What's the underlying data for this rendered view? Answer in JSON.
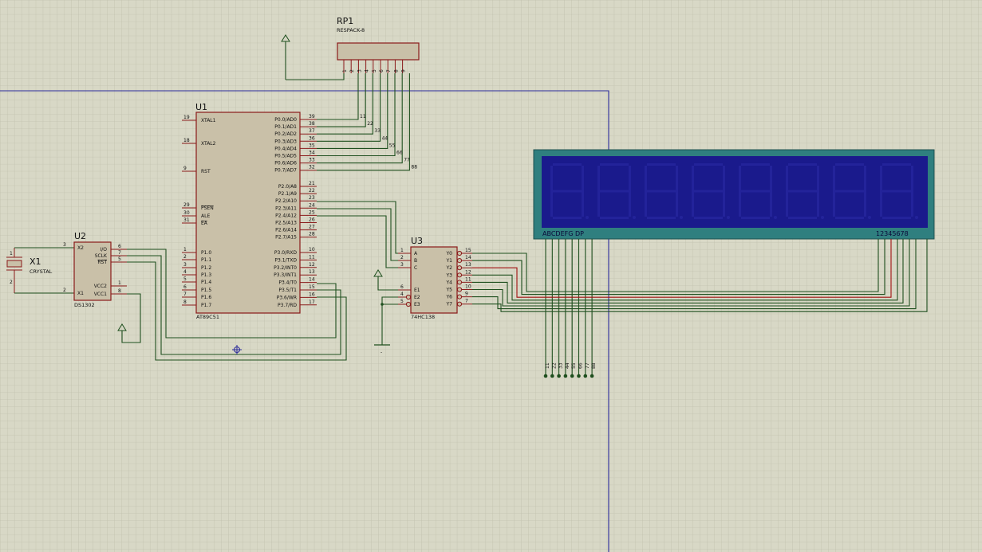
{
  "rp1": {
    "ref": "RP1",
    "value": "RESPACK-8",
    "pins": [
      "1",
      "2",
      "3",
      "4",
      "5",
      "6",
      "7",
      "8",
      "9"
    ]
  },
  "u1": {
    "ref": "U1",
    "part": "AT89C51",
    "left_pins": [
      {
        "num": "19",
        "name": "XTAL1"
      },
      {
        "num": "18",
        "name": "XTAL2"
      },
      {
        "num": "9",
        "name": "RST"
      },
      {
        "num": "29",
        "name": "PSEN"
      },
      {
        "num": "30",
        "name": "ALE"
      },
      {
        "num": "31",
        "name": "EA"
      },
      {
        "num": "1",
        "name": "P1.0"
      },
      {
        "num": "2",
        "name": "P1.1"
      },
      {
        "num": "3",
        "name": "P1.2"
      },
      {
        "num": "4",
        "name": "P1.3"
      },
      {
        "num": "5",
        "name": "P1.4"
      },
      {
        "num": "6",
        "name": "P1.5"
      },
      {
        "num": "7",
        "name": "P1.6"
      },
      {
        "num": "8",
        "name": "P1.7"
      }
    ],
    "right_pins": [
      {
        "num": "39",
        "name": "P0.0/AD0"
      },
      {
        "num": "38",
        "name": "P0.1/AD1"
      },
      {
        "num": "37",
        "name": "P0.2/AD2"
      },
      {
        "num": "36",
        "name": "P0.3/AD3"
      },
      {
        "num": "35",
        "name": "P0.4/AD4"
      },
      {
        "num": "34",
        "name": "P0.5/AD5"
      },
      {
        "num": "33",
        "name": "P0.6/AD6"
      },
      {
        "num": "32",
        "name": "P0.7/AD7"
      },
      {
        "num": "21",
        "name": "P2.0/A8"
      },
      {
        "num": "22",
        "name": "P2.1/A9"
      },
      {
        "num": "23",
        "name": "P2.2/A10"
      },
      {
        "num": "24",
        "name": "P2.3/A11"
      },
      {
        "num": "25",
        "name": "P2.4/A12"
      },
      {
        "num": "26",
        "name": "P2.5/A13"
      },
      {
        "num": "27",
        "name": "P2.6/A14"
      },
      {
        "num": "28",
        "name": "P2.7/A15"
      },
      {
        "num": "10",
        "name": "P3.0/RXD"
      },
      {
        "num": "11",
        "name": "P3.1/TXD"
      },
      {
        "num": "12",
        "name": "P3.2/INT0"
      },
      {
        "num": "13",
        "name": "P3.3/INT1"
      },
      {
        "num": "14",
        "name": "P3.4/T0"
      },
      {
        "num": "15",
        "name": "P3.5/T1"
      },
      {
        "num": "16",
        "name": "P3.6/WR"
      },
      {
        "num": "17",
        "name": "P3.7/RD"
      }
    ]
  },
  "u2": {
    "ref": "U2",
    "part": "DS1302",
    "left_pins": [
      {
        "num": "3",
        "name": "X2"
      },
      {
        "num": "2",
        "name": "X1"
      }
    ],
    "right_pins": [
      {
        "num": "6",
        "name": "I/O"
      },
      {
        "num": "7",
        "name": "SCLK"
      },
      {
        "num": "5",
        "name": "RST"
      },
      {
        "num": "1",
        "name": "VCC2"
      },
      {
        "num": "8",
        "name": "VCC1"
      }
    ]
  },
  "x1": {
    "ref": "X1",
    "value": "CRYSTAL",
    "pin1": "1",
    "pin2": "2"
  },
  "u3": {
    "ref": "U3",
    "part": "74HC138",
    "left_pins": [
      {
        "num": "1",
        "name": "A"
      },
      {
        "num": "2",
        "name": "B"
      },
      {
        "num": "3",
        "name": "C"
      },
      {
        "num": "6",
        "name": "E1"
      },
      {
        "num": "4",
        "name": "E2"
      },
      {
        "num": "5",
        "name": "E3"
      }
    ],
    "right_pins": [
      {
        "num": "15",
        "name": "Y0"
      },
      {
        "num": "14",
        "name": "Y1"
      },
      {
        "num": "13",
        "name": "Y2"
      },
      {
        "num": "12",
        "name": "Y3"
      },
      {
        "num": "11",
        "name": "Y4"
      },
      {
        "num": "10",
        "name": "Y5"
      },
      {
        "num": "9",
        "name": "Y6"
      },
      {
        "num": "7",
        "name": "Y7"
      }
    ]
  },
  "display": {
    "seg_label": "ABCDEFG  DP",
    "digit_label": "12345678",
    "digits": 8,
    "bg": "#1a1a8c",
    "frame": "#2f7f7f"
  },
  "net_labels": [
    "11",
    "22",
    "33",
    "44",
    "55",
    "66",
    "77",
    "88"
  ],
  "gnd_label": "-",
  "colors": {
    "grid_bg": "#d8d8c6",
    "grid_line": "#b8b8a6",
    "wire": "#1e4f1e",
    "body": "#c9c0a8",
    "outline": "#8a1a1a",
    "border": "#2a2a9a"
  }
}
